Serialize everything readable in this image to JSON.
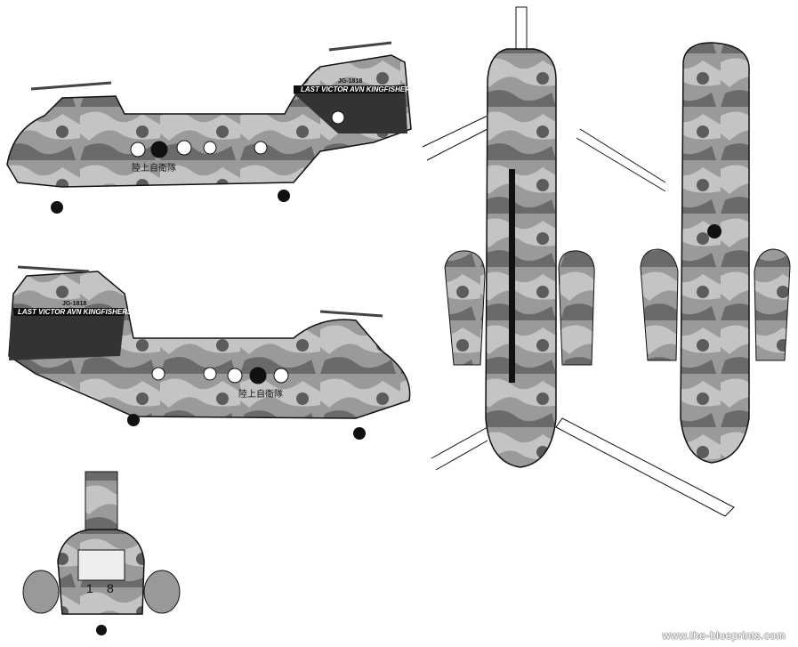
{
  "title": "Helicopter camouflage blueprint (four views)",
  "views": {
    "side_left": {
      "band_text": "LAST VICTOR AVN KINGFISHERS",
      "serial": "JG-1818",
      "jp_marking": "陸上自衛隊"
    },
    "side_right": {
      "band_text": "LAST VICTOR AVN KINGFISHERS",
      "serial": "JG-1818",
      "jp_marking": "陸上自衛隊"
    },
    "front": {
      "number_left": "1",
      "number_right": "8"
    }
  },
  "colors": {
    "light": "#bdbdbd",
    "mid": "#8f8f8f",
    "dark": "#5a5a5a",
    "outline": "#111111"
  },
  "watermark": "www.the-blueprints.com"
}
